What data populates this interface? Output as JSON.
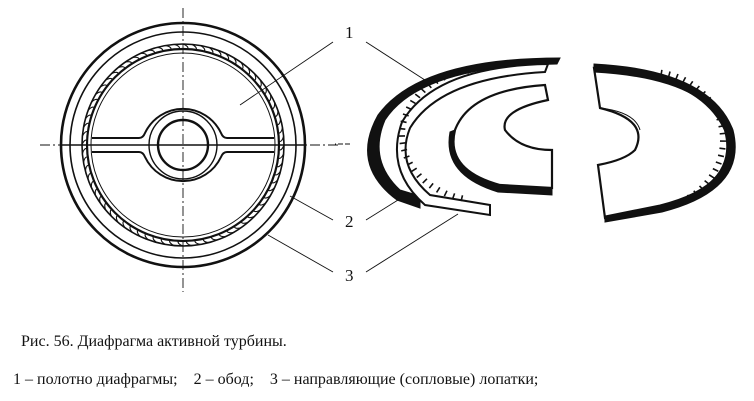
{
  "figure": {
    "labels": [
      "1",
      "2",
      "3"
    ],
    "views": {
      "left": "Front view of diaphragm (assembled, with center lines)",
      "right": "Isometric view of diaphragm split into two halves"
    }
  },
  "caption": "Рис. 56. Диафрагма активной турбины.",
  "legend": {
    "items": [
      {
        "num": "1",
        "dash": "–",
        "text": "полотно диафрагмы;"
      },
      {
        "num": "2",
        "dash": "–",
        "text": "обод;"
      },
      {
        "num": "3",
        "dash": "–",
        "text": "направляющие (сопловые) лопатки;"
      }
    ]
  }
}
